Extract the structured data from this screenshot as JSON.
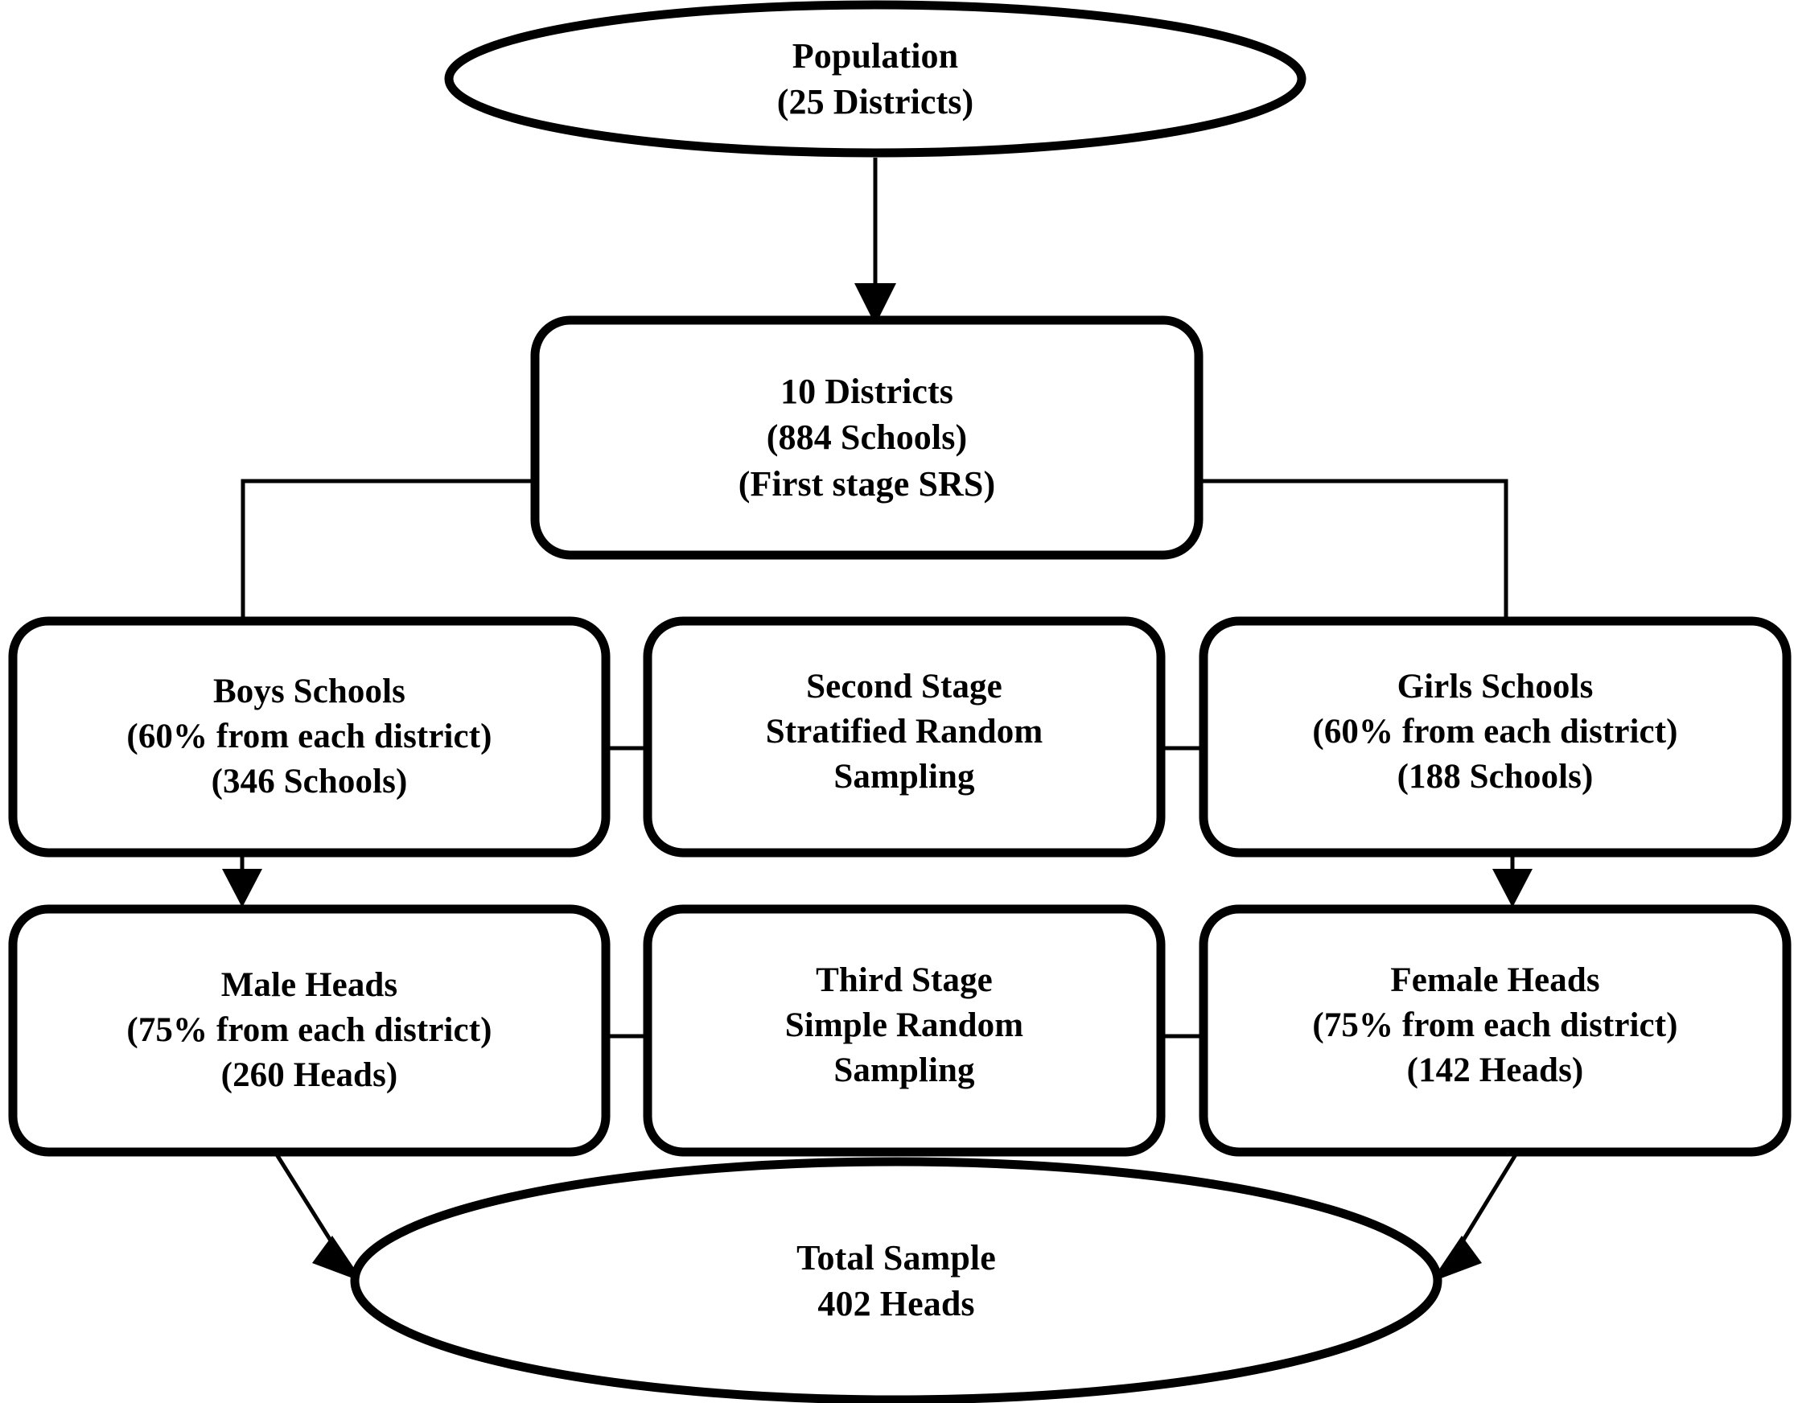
{
  "diagram": {
    "title": "Multistage sampling flowchart",
    "colors": {
      "stroke": "#000000",
      "fill": "#ffffff",
      "text": "#000000"
    },
    "nodes": {
      "population": {
        "shape": "ellipse",
        "lines": [
          "Population",
          "(25 Districts)"
        ]
      },
      "districts": {
        "shape": "rounded-rect",
        "lines": [
          "10 Districts",
          "(884 Schools)",
          "(First stage SRS)"
        ]
      },
      "boys_schools": {
        "shape": "rounded-rect",
        "lines": [
          "Boys Schools",
          "(60% from each district)",
          "(346 Schools)"
        ]
      },
      "second_stage": {
        "shape": "rounded-rect",
        "lines": [
          "Second Stage",
          "Stratified Random",
          "Sampling"
        ]
      },
      "girls_schools": {
        "shape": "rounded-rect",
        "lines": [
          "Girls Schools",
          "(60% from each district)",
          "(188 Schools)"
        ]
      },
      "male_heads": {
        "shape": "rounded-rect",
        "lines": [
          "Male Heads",
          "(75% from each district)",
          "(260 Heads)"
        ]
      },
      "third_stage": {
        "shape": "rounded-rect",
        "lines": [
          "Third Stage",
          "Simple Random",
          "Sampling"
        ]
      },
      "female_heads": {
        "shape": "rounded-rect",
        "lines": [
          "Female Heads",
          "(75% from each district)",
          "(142 Heads)"
        ]
      },
      "total_sample": {
        "shape": "ellipse",
        "lines": [
          "Total Sample",
          "402 Heads"
        ]
      }
    },
    "edges": [
      {
        "name": "population-to-districts",
        "from": "population",
        "to": "districts",
        "style": "arrow-down"
      },
      {
        "name": "districts-to-boys",
        "from": "districts",
        "to": "boys_schools",
        "style": "elbow-left"
      },
      {
        "name": "districts-to-girls",
        "from": "districts",
        "to": "girls_schools",
        "style": "elbow-right"
      },
      {
        "name": "boys-to-second-stage",
        "from": "boys_schools",
        "to": "second_stage",
        "style": "line-horizontal"
      },
      {
        "name": "second-stage-to-girls",
        "from": "second_stage",
        "to": "girls_schools",
        "style": "line-horizontal"
      },
      {
        "name": "boys-to-male-heads",
        "from": "boys_schools",
        "to": "male_heads",
        "style": "arrow-down"
      },
      {
        "name": "girls-to-female-heads",
        "from": "girls_schools",
        "to": "female_heads",
        "style": "arrow-down"
      },
      {
        "name": "male-heads-to-third-stage",
        "from": "male_heads",
        "to": "third_stage",
        "style": "line-horizontal"
      },
      {
        "name": "third-stage-to-female-heads",
        "from": "third_stage",
        "to": "female_heads",
        "style": "line-horizontal"
      },
      {
        "name": "male-heads-to-total",
        "from": "male_heads",
        "to": "total_sample",
        "style": "arrow-diagonal"
      },
      {
        "name": "female-heads-to-total",
        "from": "female_heads",
        "to": "total_sample",
        "style": "arrow-diagonal"
      }
    ]
  }
}
